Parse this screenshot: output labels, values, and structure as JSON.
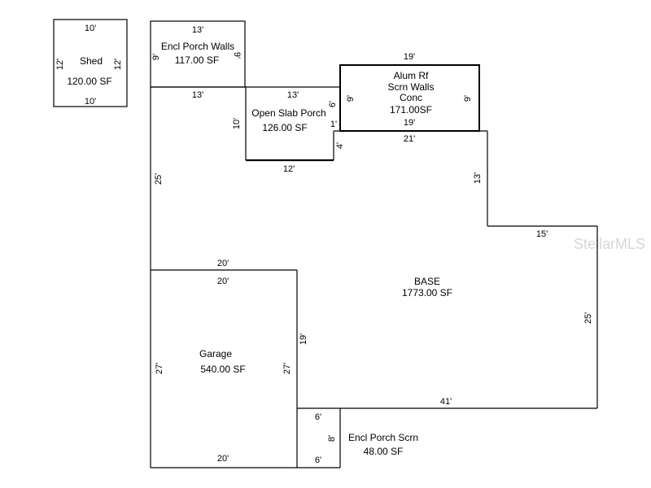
{
  "watermark": "StellarMLS",
  "rooms": {
    "shed": {
      "name": "Shed",
      "area": "120.00 SF"
    },
    "encl_porch_walls": {
      "name": "Encl Porch Walls",
      "area": "117.00 SF"
    },
    "open_slab_porch": {
      "name": "Open Slab Porch",
      "area": "126.00 SF"
    },
    "alum_rf": {
      "line1": "Alum Rf",
      "line2": "Scrn Walls",
      "line3": "Conc",
      "area": "171.00SF"
    },
    "base": {
      "name": "BASE",
      "area": "1773.00 SF"
    },
    "garage": {
      "name": "Garage",
      "area": "540.00 SF"
    },
    "encl_porch_scrn": {
      "name": "Encl Porch Scrn",
      "area": "48.00 SF"
    }
  },
  "dims": {
    "shed_top": "10'",
    "shed_bottom": "10'",
    "shed_left": "12'",
    "shed_right": "12'",
    "epw_top": "13'",
    "epw_left": "9'",
    "epw_right": "9'",
    "base_top_left": "13'",
    "osp_top": "13'",
    "osp_left": "10'",
    "osp_right": "6'",
    "osp_bottom": "12'",
    "alum_top": "19'",
    "alum_left": "9'",
    "alum_right": "9'",
    "alum_bottom": "19'",
    "step_1": "1'",
    "step_4": "4'",
    "base_top_right": "21'",
    "base_right_upper": "13'",
    "base_step": "15'",
    "base_right_lower": "25'",
    "base_left": "25'",
    "garage_top_outer": "20'",
    "garage_top_inner": "20'",
    "garage_left": "27'",
    "garage_right": "27'",
    "garage_bottom": "20'",
    "base_inner_19": "19'",
    "base_bottom": "41'",
    "eps_top": "6'",
    "eps_right": "8'",
    "eps_bottom": "6'"
  }
}
